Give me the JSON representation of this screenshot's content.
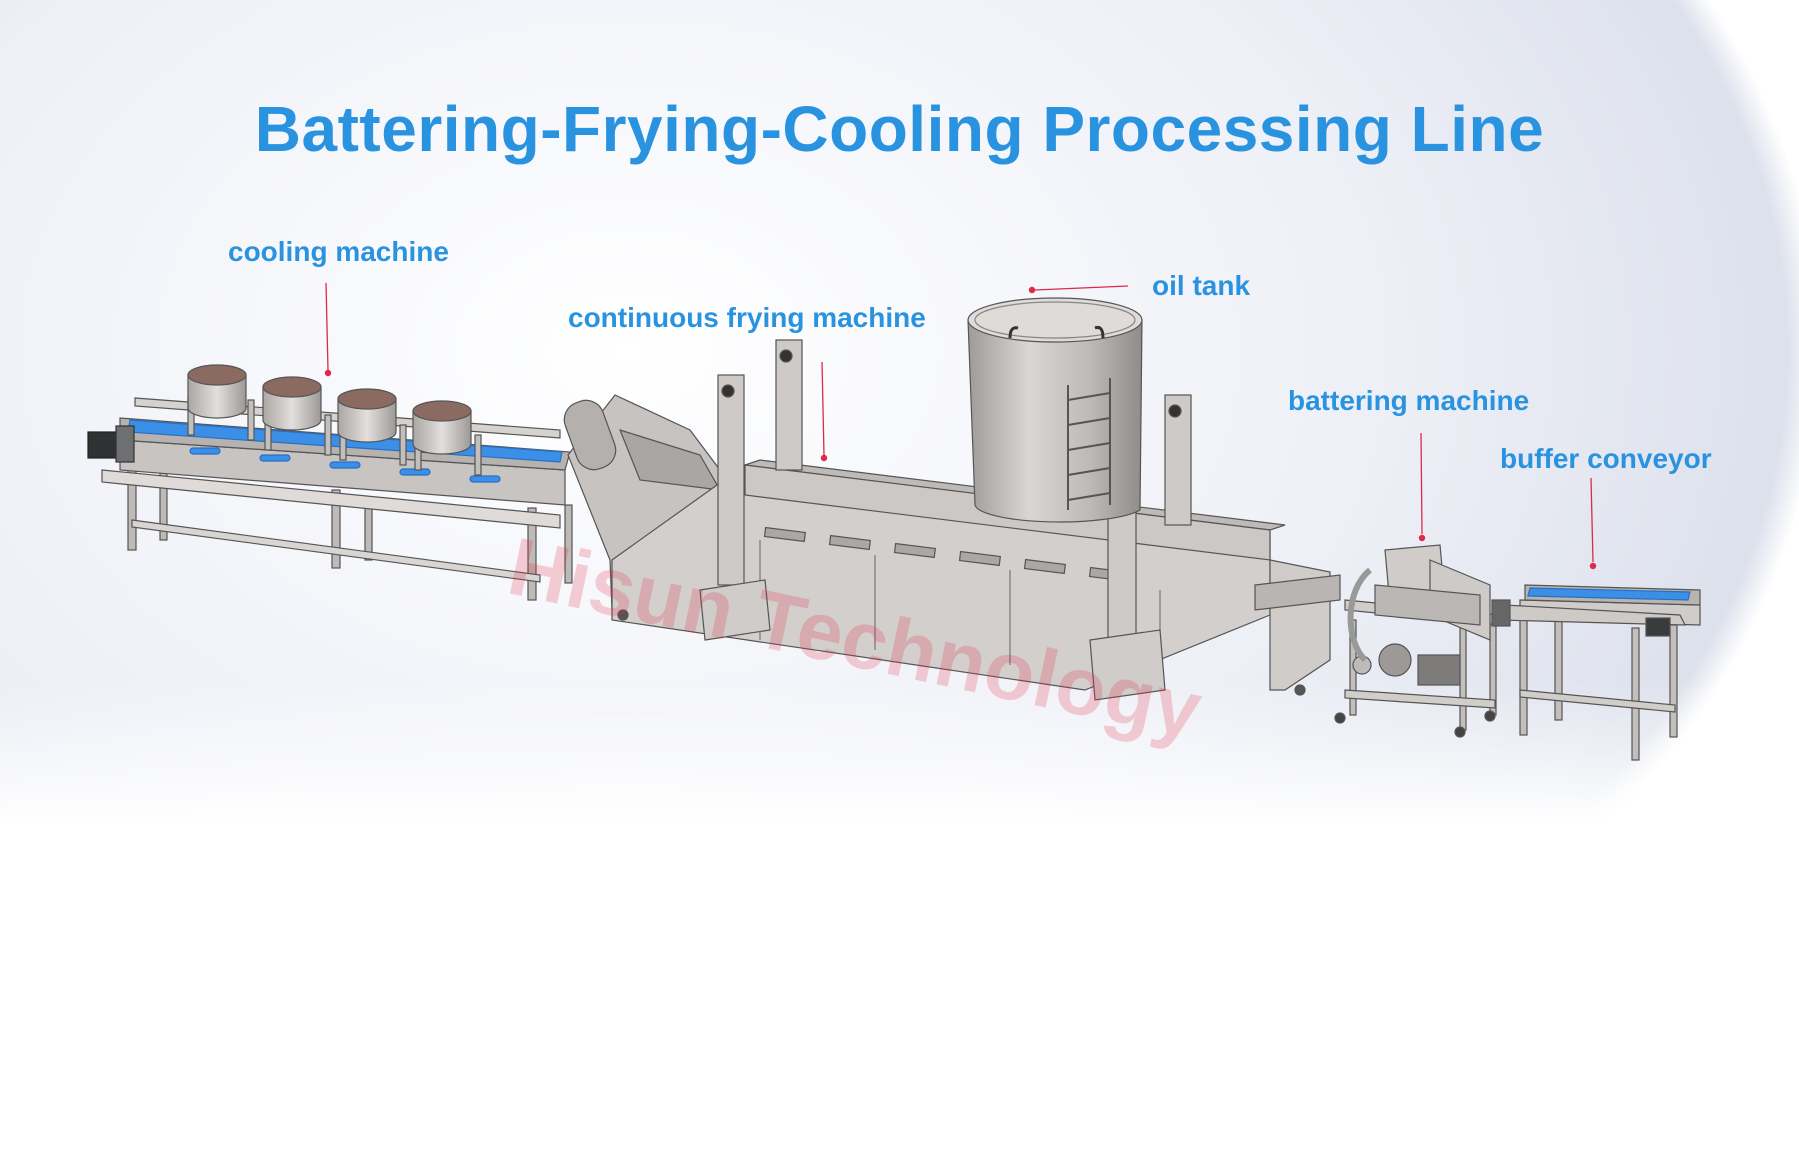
{
  "title": "Battering-Frying-Cooling Processing Line",
  "labels": {
    "cooling_machine": "cooling machine",
    "continuous_frying_machine": "continuous frying machine",
    "oil_tank": "oil tank",
    "battering_machine": "battering machine",
    "buffer_conveyor": "buffer conveyor"
  },
  "watermark": "Hisun Technology",
  "colors": {
    "label_blue": "#2a93e0",
    "leader_red": "#e0284a",
    "belt_blue": "#3b8fe6",
    "steel": "#c9c6c3",
    "steel_dark": "#9a9794",
    "outline": "#555555"
  }
}
